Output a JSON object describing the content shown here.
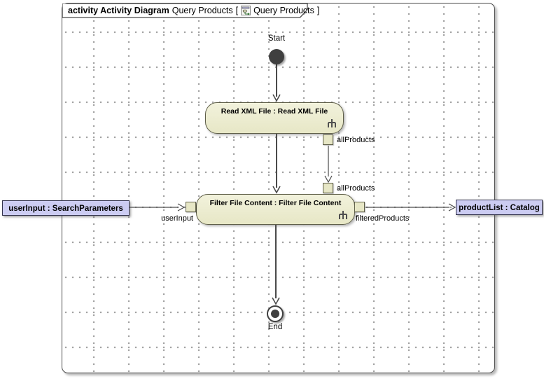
{
  "frame": {
    "kind_label": "activity Activity Diagram",
    "diagram_name": "Query Products",
    "bracket_open": "[",
    "diagram_ref": "Query Products",
    "bracket_close": "]",
    "icon": "activity-diagram-icon"
  },
  "nodes": {
    "start_label": "Start",
    "end_label": "End",
    "read_action_label": "Read XML File : Read XML File",
    "filter_action_label": "Filter File Content : Filter File Content"
  },
  "pins": {
    "read_output_label": "allProducts",
    "filter_input_products_label": "allProducts",
    "filter_input_user_label": "userInput",
    "filter_output_label": "filteredProducts"
  },
  "parameters": {
    "user_input_label": "userInput : SearchParameters",
    "product_list_label": "productList : Catalog"
  },
  "colors": {
    "action_fill": "#e7e7c6",
    "action_border": "#5f5f49",
    "parameter_fill": "#ccccf2",
    "parameter_border": "#33334d",
    "flow_line": "#4a4a4a",
    "grid_dot": "#9c9c9c"
  }
}
